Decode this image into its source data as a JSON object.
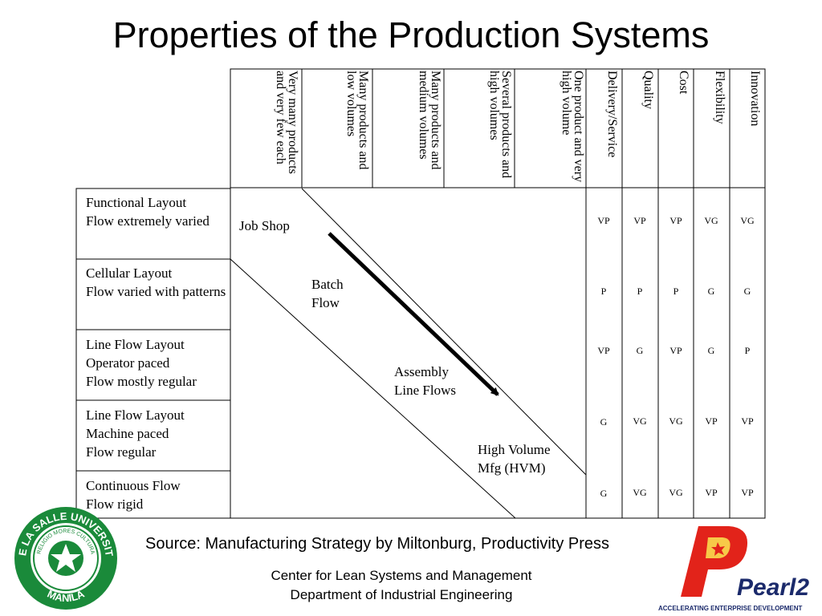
{
  "title": "Properties of the Production Systems",
  "volume_headers": [
    "Very many products and very few each",
    "Many products and low volumes",
    "Many products and medium volumes",
    "Several products and high volumes",
    "One product and very high volume"
  ],
  "criteria_headers": [
    "Delivery/Service",
    "Quality",
    "Cost",
    "Flexibility",
    "Innovation"
  ],
  "rows": [
    {
      "lines": [
        "Functional Layout",
        "Flow extremely varied"
      ],
      "ratings": [
        "VP",
        "VP",
        "VP",
        "VG",
        "VG"
      ]
    },
    {
      "lines": [
        "Cellular Layout",
        "Flow varied with patterns"
      ],
      "ratings": [
        "P",
        "P",
        "P",
        "G",
        "G"
      ]
    },
    {
      "lines": [
        "Line Flow Layout",
        "Operator paced",
        "Flow mostly regular"
      ],
      "ratings": [
        "VP",
        "G",
        "VP",
        "G",
        "P"
      ]
    },
    {
      "lines": [
        "Line Flow Layout",
        "Machine paced",
        "Flow regular"
      ],
      "ratings": [
        "G",
        "VG",
        "VG",
        "VP",
        "VP"
      ]
    },
    {
      "lines": [
        "Continuous Flow",
        "Flow rigid"
      ],
      "ratings": [
        "G",
        "VG",
        "VG",
        "VP",
        "VP"
      ]
    }
  ],
  "zones": {
    "job_shop": "Job Shop",
    "batch_flow": [
      "Batch",
      "Flow"
    ],
    "assembly": [
      "Assembly",
      "Line Flows"
    ],
    "hvm": [
      "High Volume",
      "Mfg (HVM)"
    ]
  },
  "source": "Source: Manufacturing Strategy by Miltonburg, Productivity Press",
  "footer": [
    "Center for Lean Systems and Management",
    "Department of Industrial Engineering"
  ],
  "logo_left": {
    "outer_text": "DE LA SALLE UNIVERSITY",
    "inner_text": "RELIGIO MORES CULTURA",
    "bottom_text": "MANILA"
  },
  "logo_right": {
    "brand": "Pearl2",
    "tagline": "ACCELERATING ENTERPRISE DEVELOPMENT"
  },
  "colors": {
    "dlsu_green": "#1a8a3a",
    "pearl_red": "#e2231a",
    "pearl_blue": "#1b2a6b",
    "arrow": "#000000"
  }
}
